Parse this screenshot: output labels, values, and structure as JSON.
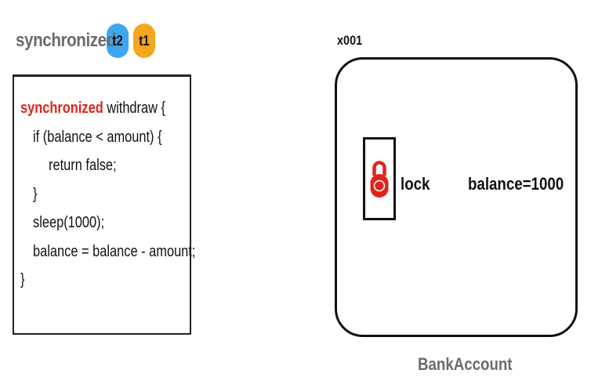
{
  "header": {
    "title": "synchronized",
    "threads": [
      {
        "label": "t2",
        "color": "#3ea6ee"
      },
      {
        "label": "t1",
        "color": "#f5a61c"
      }
    ]
  },
  "code": {
    "keyword": "synchronized",
    "keyword_color": "#e0241b",
    "lines": [
      " withdraw {",
      "if (balance < amount) {",
      "return false;",
      "}",
      "sleep(1000);",
      "balance = balance - amount;",
      "}"
    ]
  },
  "object": {
    "address": "x001",
    "lock_label": "lock",
    "lock_icon": "padlock-icon",
    "lock_color": "#e0241b",
    "field": "balance=1000",
    "class_name": "BankAccount"
  }
}
